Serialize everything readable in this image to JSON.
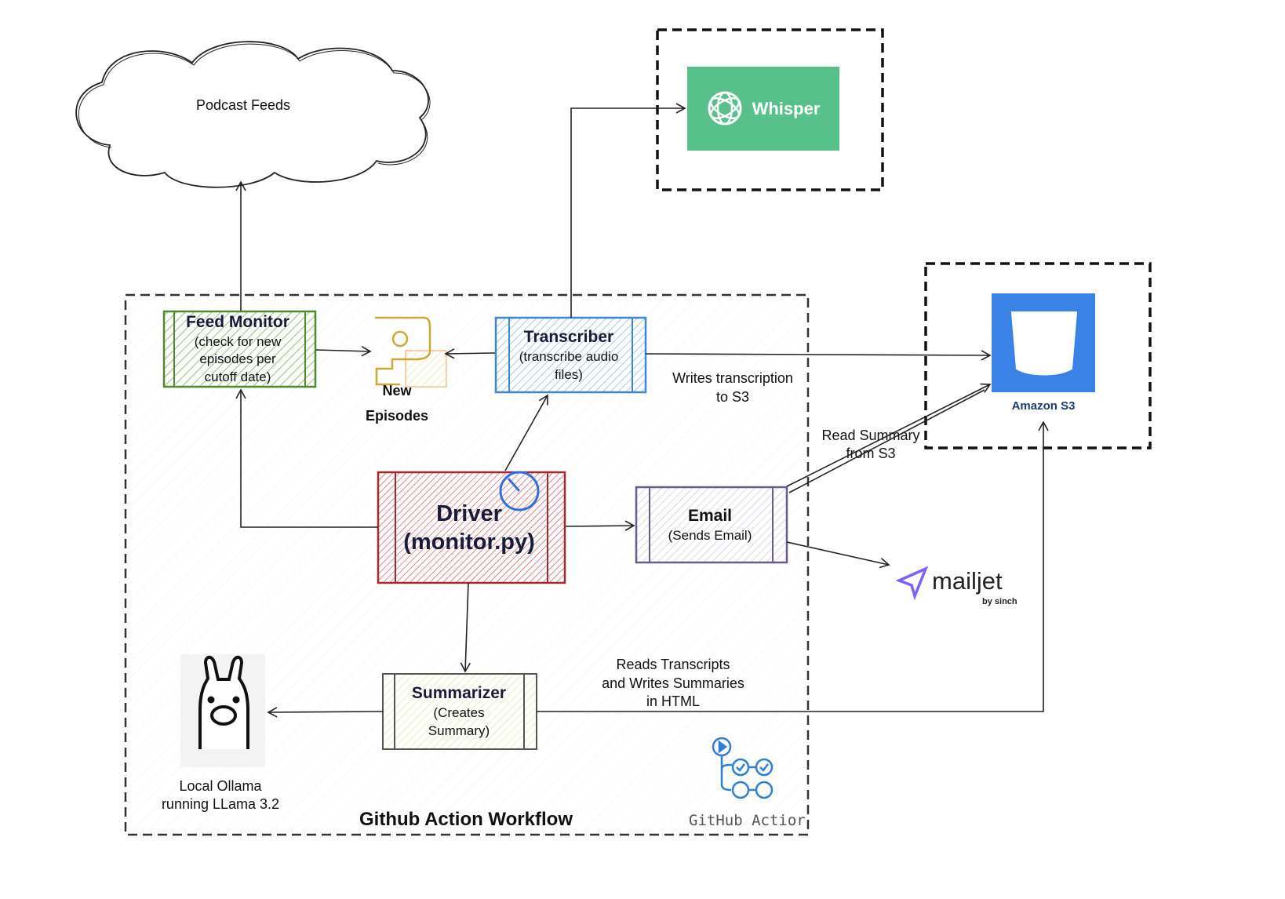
{
  "cloud": {
    "label": "Podcast Feeds"
  },
  "whisper": {
    "label": "Whisper",
    "color": "#58c08a"
  },
  "s3": {
    "label": "Amazon S3",
    "color": "#3b82e6"
  },
  "workflow": {
    "title": "Github Action Workflow",
    "badge": "GitHub Actior"
  },
  "feed_monitor": {
    "title": "Feed Monitor",
    "lines": [
      "(check for new",
      "episodes per",
      "cutoff date)"
    ],
    "color": "#4f8a2b"
  },
  "new_episodes": {
    "lines": [
      "New",
      "Episodes"
    ]
  },
  "transcriber": {
    "title": "Transcriber",
    "lines": [
      "(transcribe audio",
      "files)"
    ],
    "color": "#3f86cc"
  },
  "driver": {
    "lines": [
      "Driver",
      "(monitor.py)"
    ],
    "color": "#a6282e"
  },
  "email": {
    "title": "Email",
    "subtitle": "(Sends Email)",
    "color": "#6a5b8e"
  },
  "summarizer": {
    "title": "Summarizer",
    "lines": [
      "(Creates",
      "Summary)"
    ],
    "color": "#e9e28a"
  },
  "ollama": {
    "lines": [
      "Local Ollama",
      "running LLama 3.2"
    ]
  },
  "mailjet": {
    "name": "mailjet",
    "tagline": "by sinch",
    "color": "#7b61ff"
  },
  "annotations": {
    "writes_transcription": [
      "Writes transcription",
      "to S3"
    ],
    "read_summary": [
      "Read Summary",
      "from S3"
    ],
    "reads_transcripts": [
      "Reads Transcripts",
      "and Writes Summaries",
      "in HTML"
    ]
  }
}
